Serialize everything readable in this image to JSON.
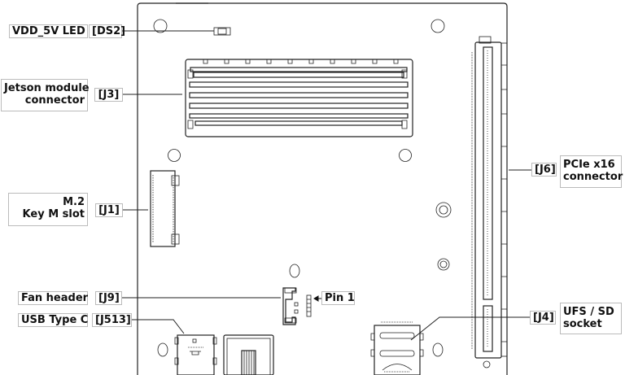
{
  "labels": {
    "ds2": {
      "name": "VDD_5V LED",
      "ref": "[DS2]"
    },
    "j3": {
      "name_line1": "Jetson module",
      "name_line2": "connector",
      "ref": "[J3]"
    },
    "j1": {
      "name_line1": "M.2",
      "name_line2": "Key M slot",
      "ref": "[J1]"
    },
    "j6": {
      "name_line1": "PCIe x16",
      "name_line2": "connector",
      "ref": "[J6]"
    },
    "j9": {
      "name": "Fan header",
      "ref": "[J9]",
      "pin": "Pin 1"
    },
    "j513": {
      "name": "USB Type C",
      "ref": "[J513]"
    },
    "j4": {
      "name_line1": "UFS / SD",
      "name_line2": "socket",
      "ref": "[J4]"
    }
  }
}
